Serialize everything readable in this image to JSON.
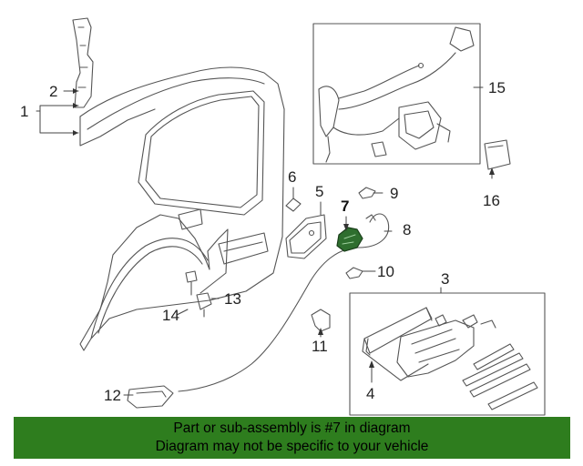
{
  "diagram": {
    "callouts": [
      {
        "id": "1",
        "label": "1"
      },
      {
        "id": "2",
        "label": "2"
      },
      {
        "id": "3",
        "label": "3"
      },
      {
        "id": "4",
        "label": "4"
      },
      {
        "id": "5",
        "label": "5"
      },
      {
        "id": "6",
        "label": "6"
      },
      {
        "id": "7",
        "label": "7"
      },
      {
        "id": "8",
        "label": "8"
      },
      {
        "id": "9",
        "label": "9"
      },
      {
        "id": "10",
        "label": "10"
      },
      {
        "id": "11",
        "label": "11"
      },
      {
        "id": "12",
        "label": "12"
      },
      {
        "id": "13",
        "label": "13"
      },
      {
        "id": "14",
        "label": "14"
      },
      {
        "id": "15",
        "label": "15"
      },
      {
        "id": "16",
        "label": "16"
      }
    ],
    "highlighted_part": "7",
    "highlight_color": "#2e6e2e",
    "line_color": "#555555"
  },
  "banner": {
    "line1": "Part or sub-assembly is #7 in diagram",
    "line2": "Diagram may not be specific to your vehicle",
    "background": "#2e7d1e"
  }
}
